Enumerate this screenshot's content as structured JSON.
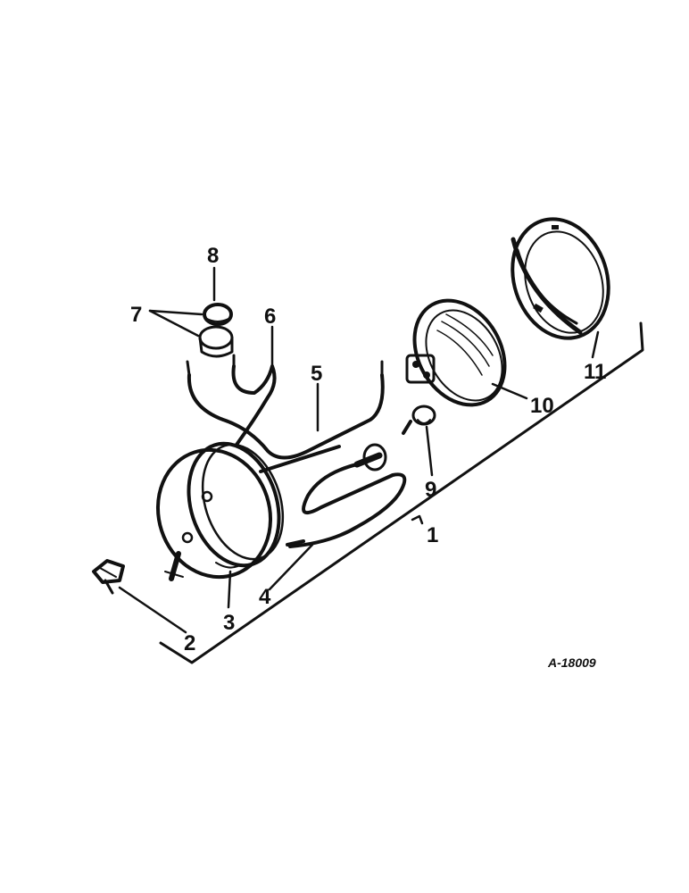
{
  "callouts": {
    "c1": "1",
    "c2": "2",
    "c3": "3",
    "c4": "4",
    "c5": "5",
    "c6": "6",
    "c7": "7",
    "c8": "8",
    "c9": "9",
    "c10": "10",
    "c11": "11"
  },
  "drawing_code": "A-18009",
  "colors": {
    "ink": "#111111",
    "paper": "#ffffff"
  }
}
